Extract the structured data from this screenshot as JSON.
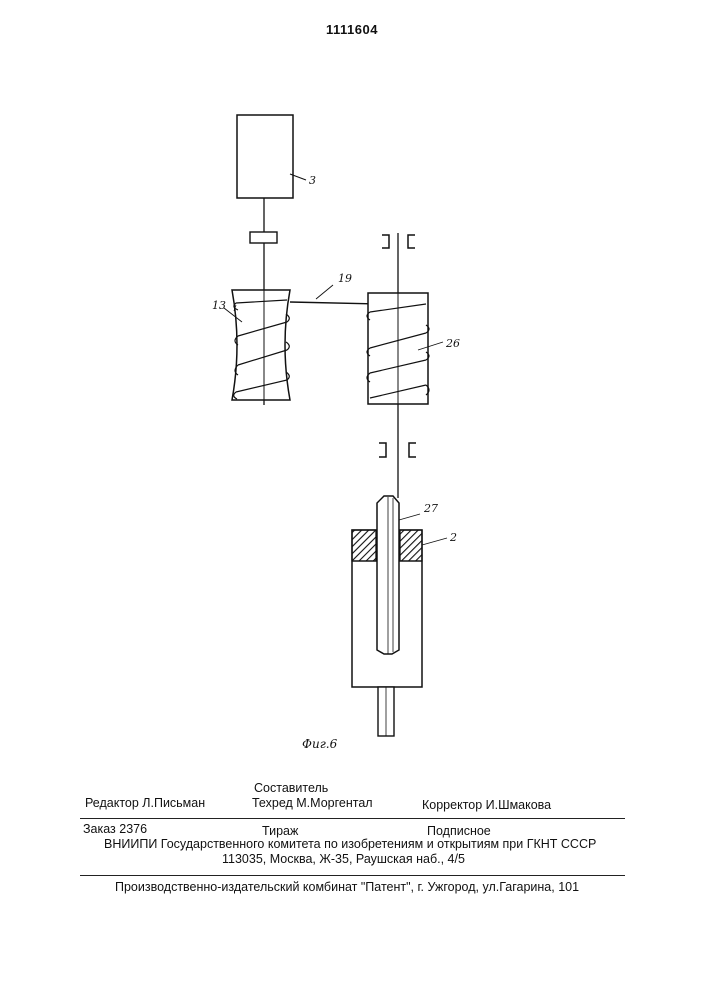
{
  "header": {
    "patent_number": "1111604"
  },
  "figure": {
    "caption": "Фиг.6",
    "labels": {
      "motor": "3",
      "drum_left": "13",
      "cable": "19",
      "drum_right": "26",
      "rod": "27",
      "cylinder": "2"
    }
  },
  "footer": {
    "editor": "Редактор  Л.Письман",
    "compiler": "Составитель",
    "techred": "Техред М.Моргентал",
    "corrector": "Корректор И.Шмакова",
    "order": "Заказ  2376",
    "circulation": "Тираж",
    "subscription": "Подписное",
    "institute": "ВНИИПИ Государственного комитета по изобретениям и открытиям при ГКНТ СССР",
    "address": "113035, Москва, Ж-35, Раушская наб., 4/5",
    "publisher": "Производственно-издательский комбинат \"Патент\", г. Ужгород, ул.Гагарина, 101"
  }
}
